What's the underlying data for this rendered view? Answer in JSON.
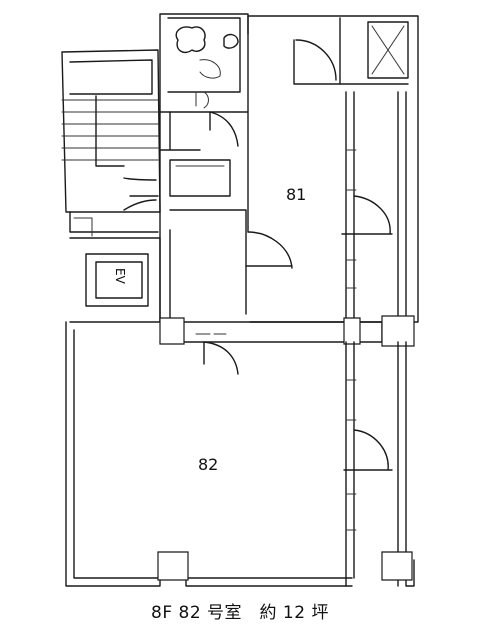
{
  "plan": {
    "room_81_label": "81",
    "room_82_label": "82",
    "elevator_label": "EV"
  },
  "caption": "8F 82 号室　約 12 坪"
}
